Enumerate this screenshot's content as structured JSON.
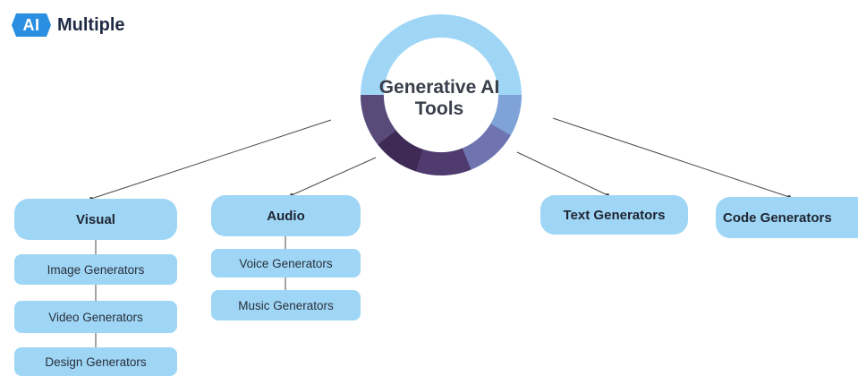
{
  "brand": {
    "badge": "AI",
    "word": "Multiple",
    "badge_color": "#2a8fe0",
    "word_color": "#1f2a44"
  },
  "center": {
    "title_line1": "Generative AI",
    "title_line2": "Tools",
    "ring_light": "#9fd6f6",
    "ring_segments": [
      "#5a4a7a",
      "#3e2a55",
      "#4f3b6e",
      "#6f74b0",
      "#7fa3d6"
    ]
  },
  "categories": {
    "visual": {
      "label": "Visual",
      "items": [
        "Image Generators",
        "Video Generators",
        "Design Generators"
      ]
    },
    "audio": {
      "label": "Audio",
      "items": [
        "Voice Generators",
        "Music Generators"
      ]
    },
    "text": {
      "label": "Text Generators"
    },
    "code": {
      "label": "Code Generators"
    }
  },
  "colors": {
    "node_fill": "#9fd6f6",
    "connector": "#4a4a4a"
  }
}
